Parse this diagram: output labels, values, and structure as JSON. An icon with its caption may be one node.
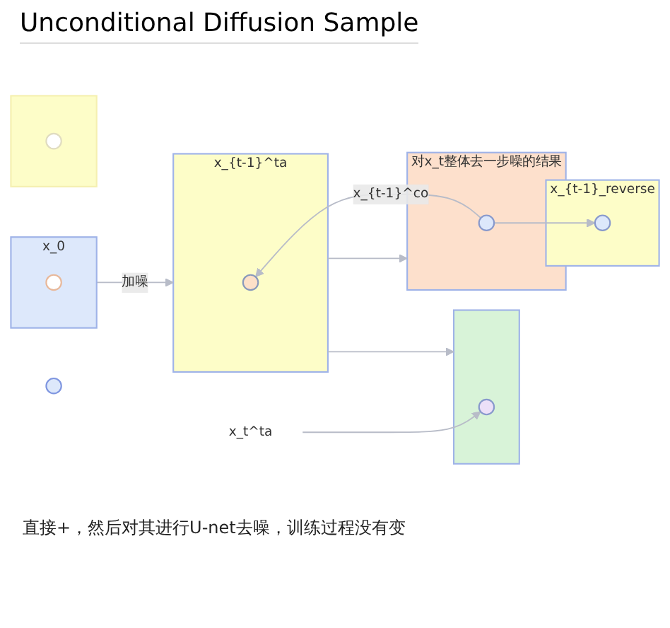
{
  "diagram": {
    "title": "Unconditional Diffusion Sample",
    "nodes": [
      {
        "text": [
          "x_0"
        ]
      },
      {
        "text": [],
        "shape": "circle",
        "in": 0
      },
      {
        "text": [
          "x_{t-1}^ta"
        ]
      },
      {
        "text": [],
        "shape": "circle",
        "in": 2
      },
      {
        "text": [],
        "shape": "box"
      },
      {
        "text": [],
        "shape": "circle",
        "in": 4
      },
      {
        "text": [
          "x_t^ta"
        ]
      },
      {
        "text": [
          "x_{t-1}_reverse"
        ]
      },
      {
        "text": [],
        "shape": "circle",
        "in": 7
      },
      {
        "text": [
          "对x_t整体去一步噪的结果"
        ]
      },
      {
        "text": [],
        "shape": "circle",
        "in": 9
      },
      {
        "text": [],
        "shape": "box"
      },
      {
        "text": [],
        "shape": "circle",
        "in": 11
      },
      {
        "text": [],
        "shape": "circle"
      }
    ],
    "edges": [
      {
        "from": 0,
        "to": 2,
        "arrow": "to",
        "label": "加噪"
      },
      {
        "from": 2,
        "to": 4,
        "arrow": "to"
      },
      {
        "from": 2,
        "to": 9,
        "arrow": "to"
      },
      {
        "from": 10,
        "to": 8,
        "arrow": "to"
      },
      {
        "from": 10,
        "to": 3,
        "arrow": "to",
        "label": "x_{t-1}^co"
      },
      {
        "from": 6,
        "to": 5,
        "arrow": "to"
      }
    ],
    "labels": [
      "直接+，然后对其进行U-net去噪，训练过程没有变"
    ]
  }
}
